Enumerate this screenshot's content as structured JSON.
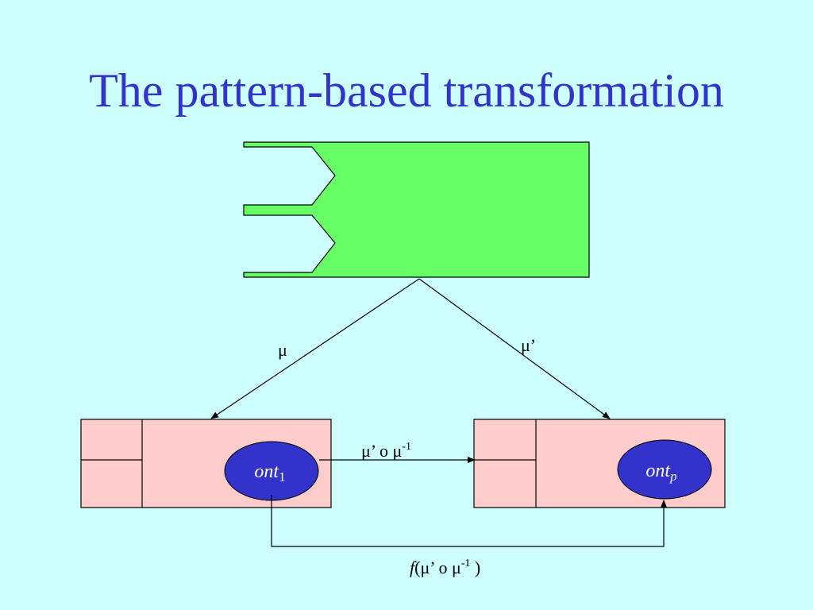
{
  "title": "The pattern-based transformation",
  "colors": {
    "background": "#ccffff",
    "title": "#3333cc",
    "pattern_fill": "#66ff66",
    "ontology_box_fill": "#ffcccc",
    "ellipse_fill": "#3333cc",
    "ellipse_text": "#ffffff",
    "line": "#000000"
  },
  "labels": {
    "mu": "μ",
    "mu_prime": "μ’",
    "composition_main": "μ’ o μ",
    "composition_exp": "-1",
    "f_name": "f",
    "f_open": "(μ’ o μ",
    "f_exp": "-1",
    "f_close": " )"
  },
  "ontologies": {
    "left": {
      "base": "ont",
      "sub": "1"
    },
    "right": {
      "base": "ont",
      "sub": "p"
    }
  }
}
